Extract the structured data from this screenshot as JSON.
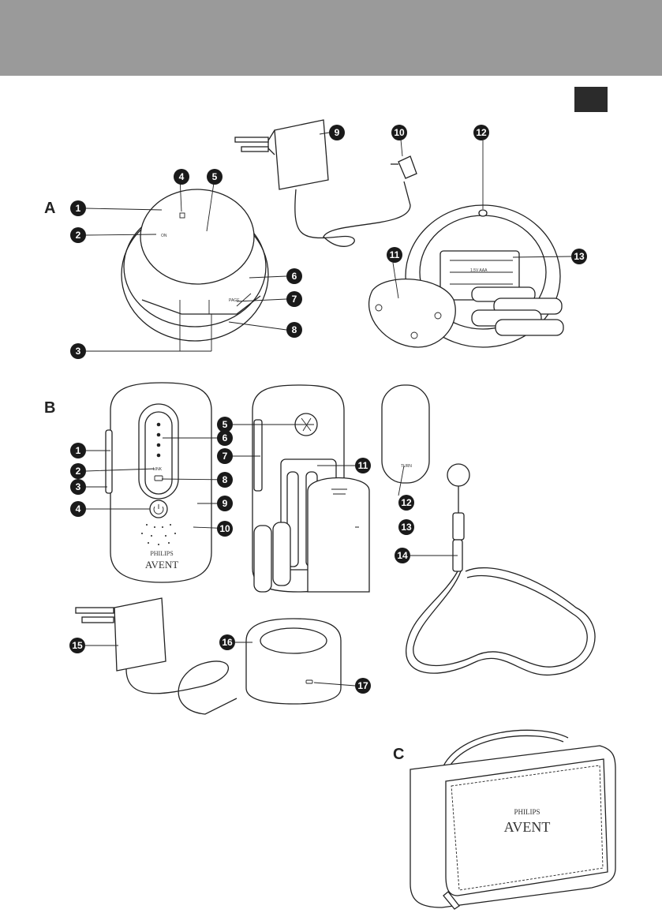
{
  "header": {
    "band_color": "#9a9a9a",
    "tab_color": "#2b2b2b"
  },
  "sections": {
    "a": "A",
    "b": "B",
    "c": "C"
  },
  "figure_a": {
    "callouts": [
      "1",
      "2",
      "3",
      "4",
      "5",
      "6",
      "7",
      "8",
      "9",
      "10",
      "11",
      "12",
      "13"
    ],
    "on_label": "ON",
    "page_label": "PAGE"
  },
  "figure_b": {
    "callouts": [
      "1",
      "2",
      "3",
      "4",
      "5",
      "6",
      "7",
      "8",
      "9",
      "10",
      "11",
      "12",
      "13",
      "14",
      "15",
      "16",
      "17"
    ],
    "link_label": "LINK",
    "brand_top": "PHILIPS",
    "brand_bottom": "AVENT",
    "turn_label": "TURN",
    "battery_label": "1.5V AAA"
  },
  "figure_c": {
    "brand_top": "PHILIPS",
    "brand_bottom": "AVENT"
  }
}
